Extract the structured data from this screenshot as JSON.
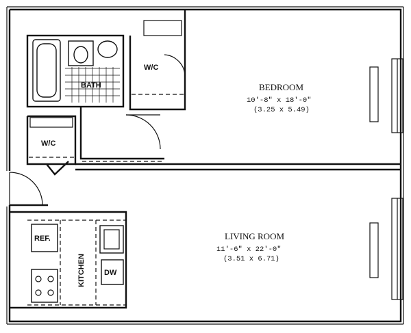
{
  "rooms": {
    "bedroom": {
      "name": "BEDROOM",
      "dim_imperial": "10'-8\" x 18'-0\"",
      "dim_metric": "(3.25 x 5.49)"
    },
    "living_room": {
      "name": "LIVING ROOM",
      "dim_imperial": "11'-6\" x 22'-0\"",
      "dim_metric": "(3.51 x 6.71)"
    },
    "bath": {
      "name": "BATH"
    },
    "wc_upper": {
      "name": "W/C"
    },
    "wc_lower": {
      "name": "W/C"
    },
    "kitchen": {
      "name": "KITCHEN"
    }
  },
  "fixtures": {
    "refrigerator": "REF.",
    "dishwasher": "DW"
  }
}
